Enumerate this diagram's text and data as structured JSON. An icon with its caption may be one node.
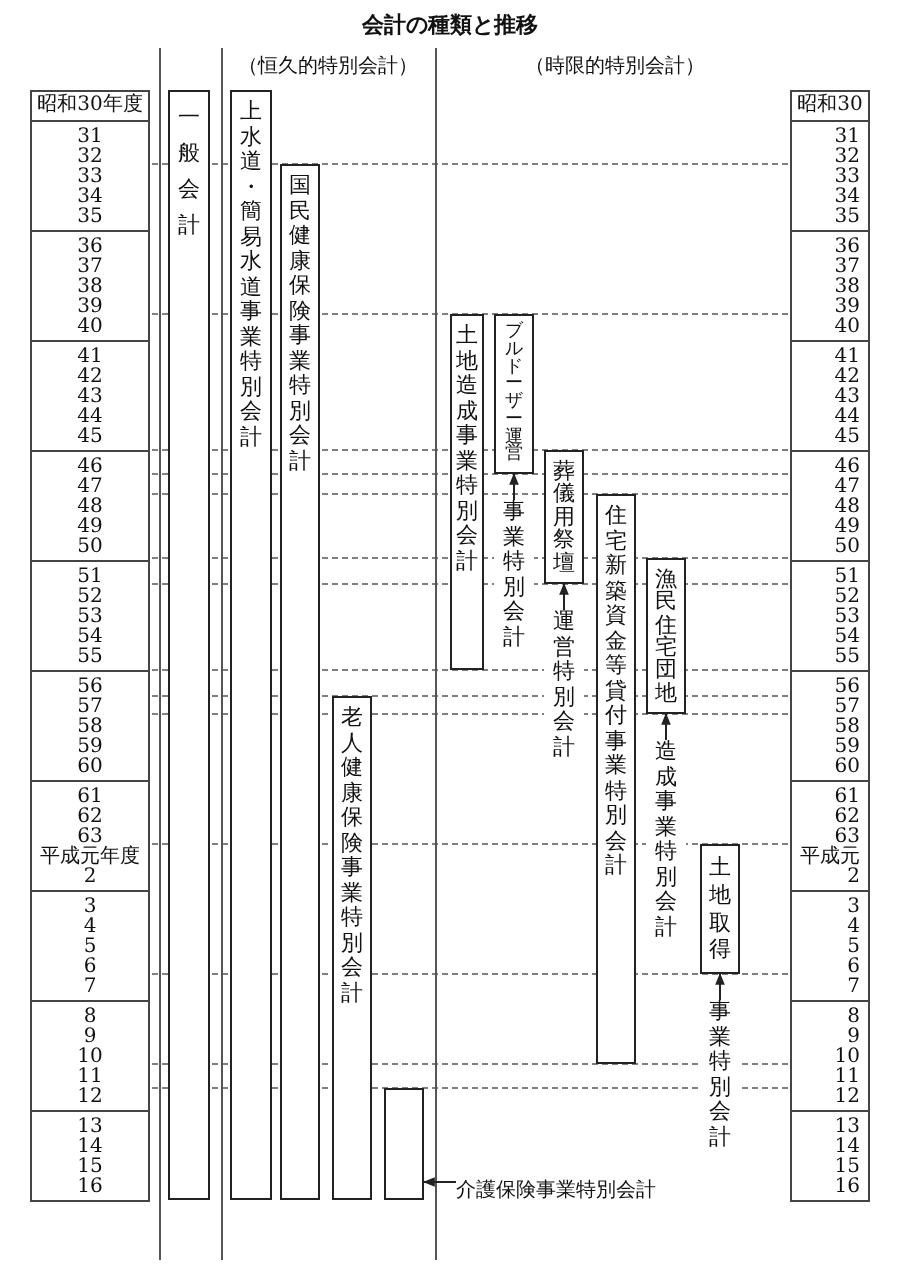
{
  "diagram": {
    "title": "会計の種類と推移",
    "nodes": [
      {
        "text": [
          "一般会計"
        ]
      },
      {
        "text": [
          "上水道・簡易水道事業特別会計"
        ]
      },
      {
        "text": [
          "国民健康保険事業特別会計"
        ]
      },
      {
        "text": [
          "老人健康保険事業特別会計"
        ]
      },
      {
        "text": [],
        "shape": "box"
      },
      {
        "text": [
          "介護保険事業特別会計"
        ]
      },
      {
        "text": [
          "土地造成事業特別会計"
        ]
      },
      {
        "text": [
          "ブルドーザー運営"
        ]
      },
      {
        "text": [
          "事業特別会計"
        ]
      },
      {
        "text": [
          "葬儀用祭壇"
        ]
      },
      {
        "text": [
          "運営特別会計"
        ]
      },
      {
        "text": [
          "住宅新築資金等貸付事業特別会計"
        ]
      },
      {
        "text": [
          "漁民住宅団地"
        ]
      },
      {
        "text": [
          "造成事業特別会計"
        ]
      },
      {
        "text": [
          "土地取得"
        ]
      },
      {
        "text": [
          "事業特別会計"
        ]
      }
    ],
    "edges": [
      {
        "from": 5,
        "to": 4,
        "arrow": "to"
      },
      {
        "from": 8,
        "to": 7,
        "arrow": "to"
      },
      {
        "from": 10,
        "to": 9,
        "arrow": "to"
      },
      {
        "from": 13,
        "to": 12,
        "arrow": "to"
      },
      {
        "from": 15,
        "to": 14,
        "arrow": "to"
      }
    ],
    "labels": [
      "（恒久的特別会計）",
      "（時限的特別会計）",
      "昭和30年度",
      "31",
      "32",
      "33",
      "34",
      "35",
      "36",
      "37",
      "38",
      "39",
      "40",
      "41",
      "42",
      "43",
      "44",
      "45",
      "46",
      "47",
      "48",
      "49",
      "50",
      "51",
      "52",
      "53",
      "54",
      "55",
      "56",
      "57",
      "58",
      "59",
      "60",
      "61",
      "62",
      "63",
      "平成元年度",
      "2",
      "3",
      "4",
      "5",
      "6",
      "7",
      "8",
      "9",
      "10",
      "11",
      "12",
      "13",
      "14",
      "15",
      "16",
      "昭和30",
      "31",
      "32",
      "33",
      "34",
      "35",
      "36",
      "37",
      "38",
      "39",
      "40",
      "41",
      "42",
      "43",
      "44",
      "45",
      "46",
      "47",
      "48",
      "49",
      "50",
      "51",
      "52",
      "53",
      "54",
      "55",
      "56",
      "57",
      "58",
      "59",
      "60",
      "61",
      "62",
      "63",
      "平成元",
      "2",
      "3",
      "4",
      "5",
      "6",
      "7",
      "8",
      "9",
      "10",
      "11",
      "12",
      "13",
      "14",
      "15",
      "16"
    ]
  }
}
